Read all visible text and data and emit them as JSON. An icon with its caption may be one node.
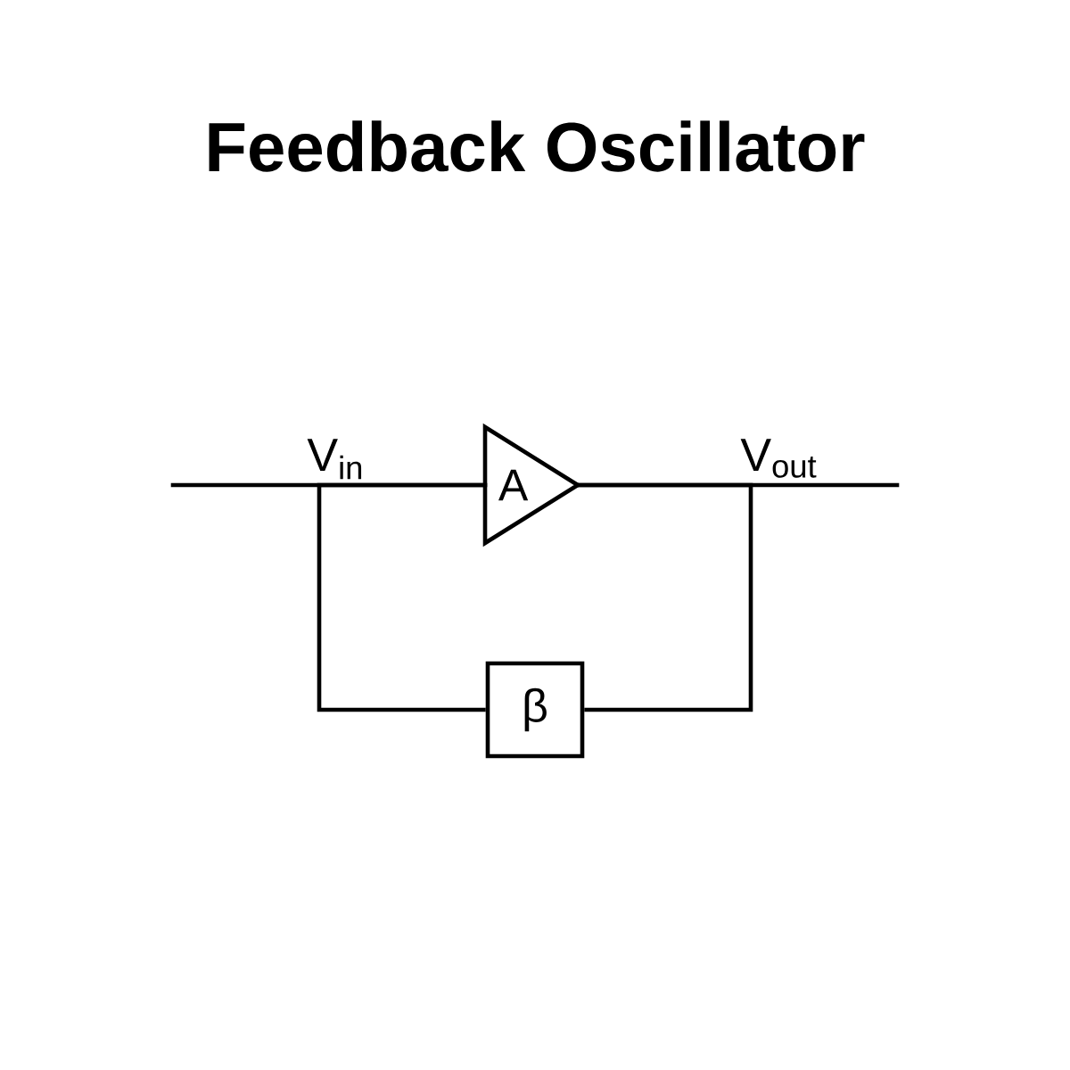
{
  "diagram": {
    "title": "Feedback Oscillator",
    "nodes": [
      {
        "text": [
          "A"
        ]
      },
      {
        "text": [
          "β"
        ]
      }
    ],
    "edges": [
      {
        "from": null,
        "to": 0,
        "arrow": "none"
      },
      {
        "from": 0,
        "to": null,
        "arrow": "none"
      },
      {
        "from": 0,
        "to": 1,
        "arrow": "none"
      },
      {
        "from": 1,
        "to": 0,
        "arrow": "none"
      }
    ],
    "labels": [
      "V$_{in}$",
      "V$_{out}$"
    ]
  }
}
